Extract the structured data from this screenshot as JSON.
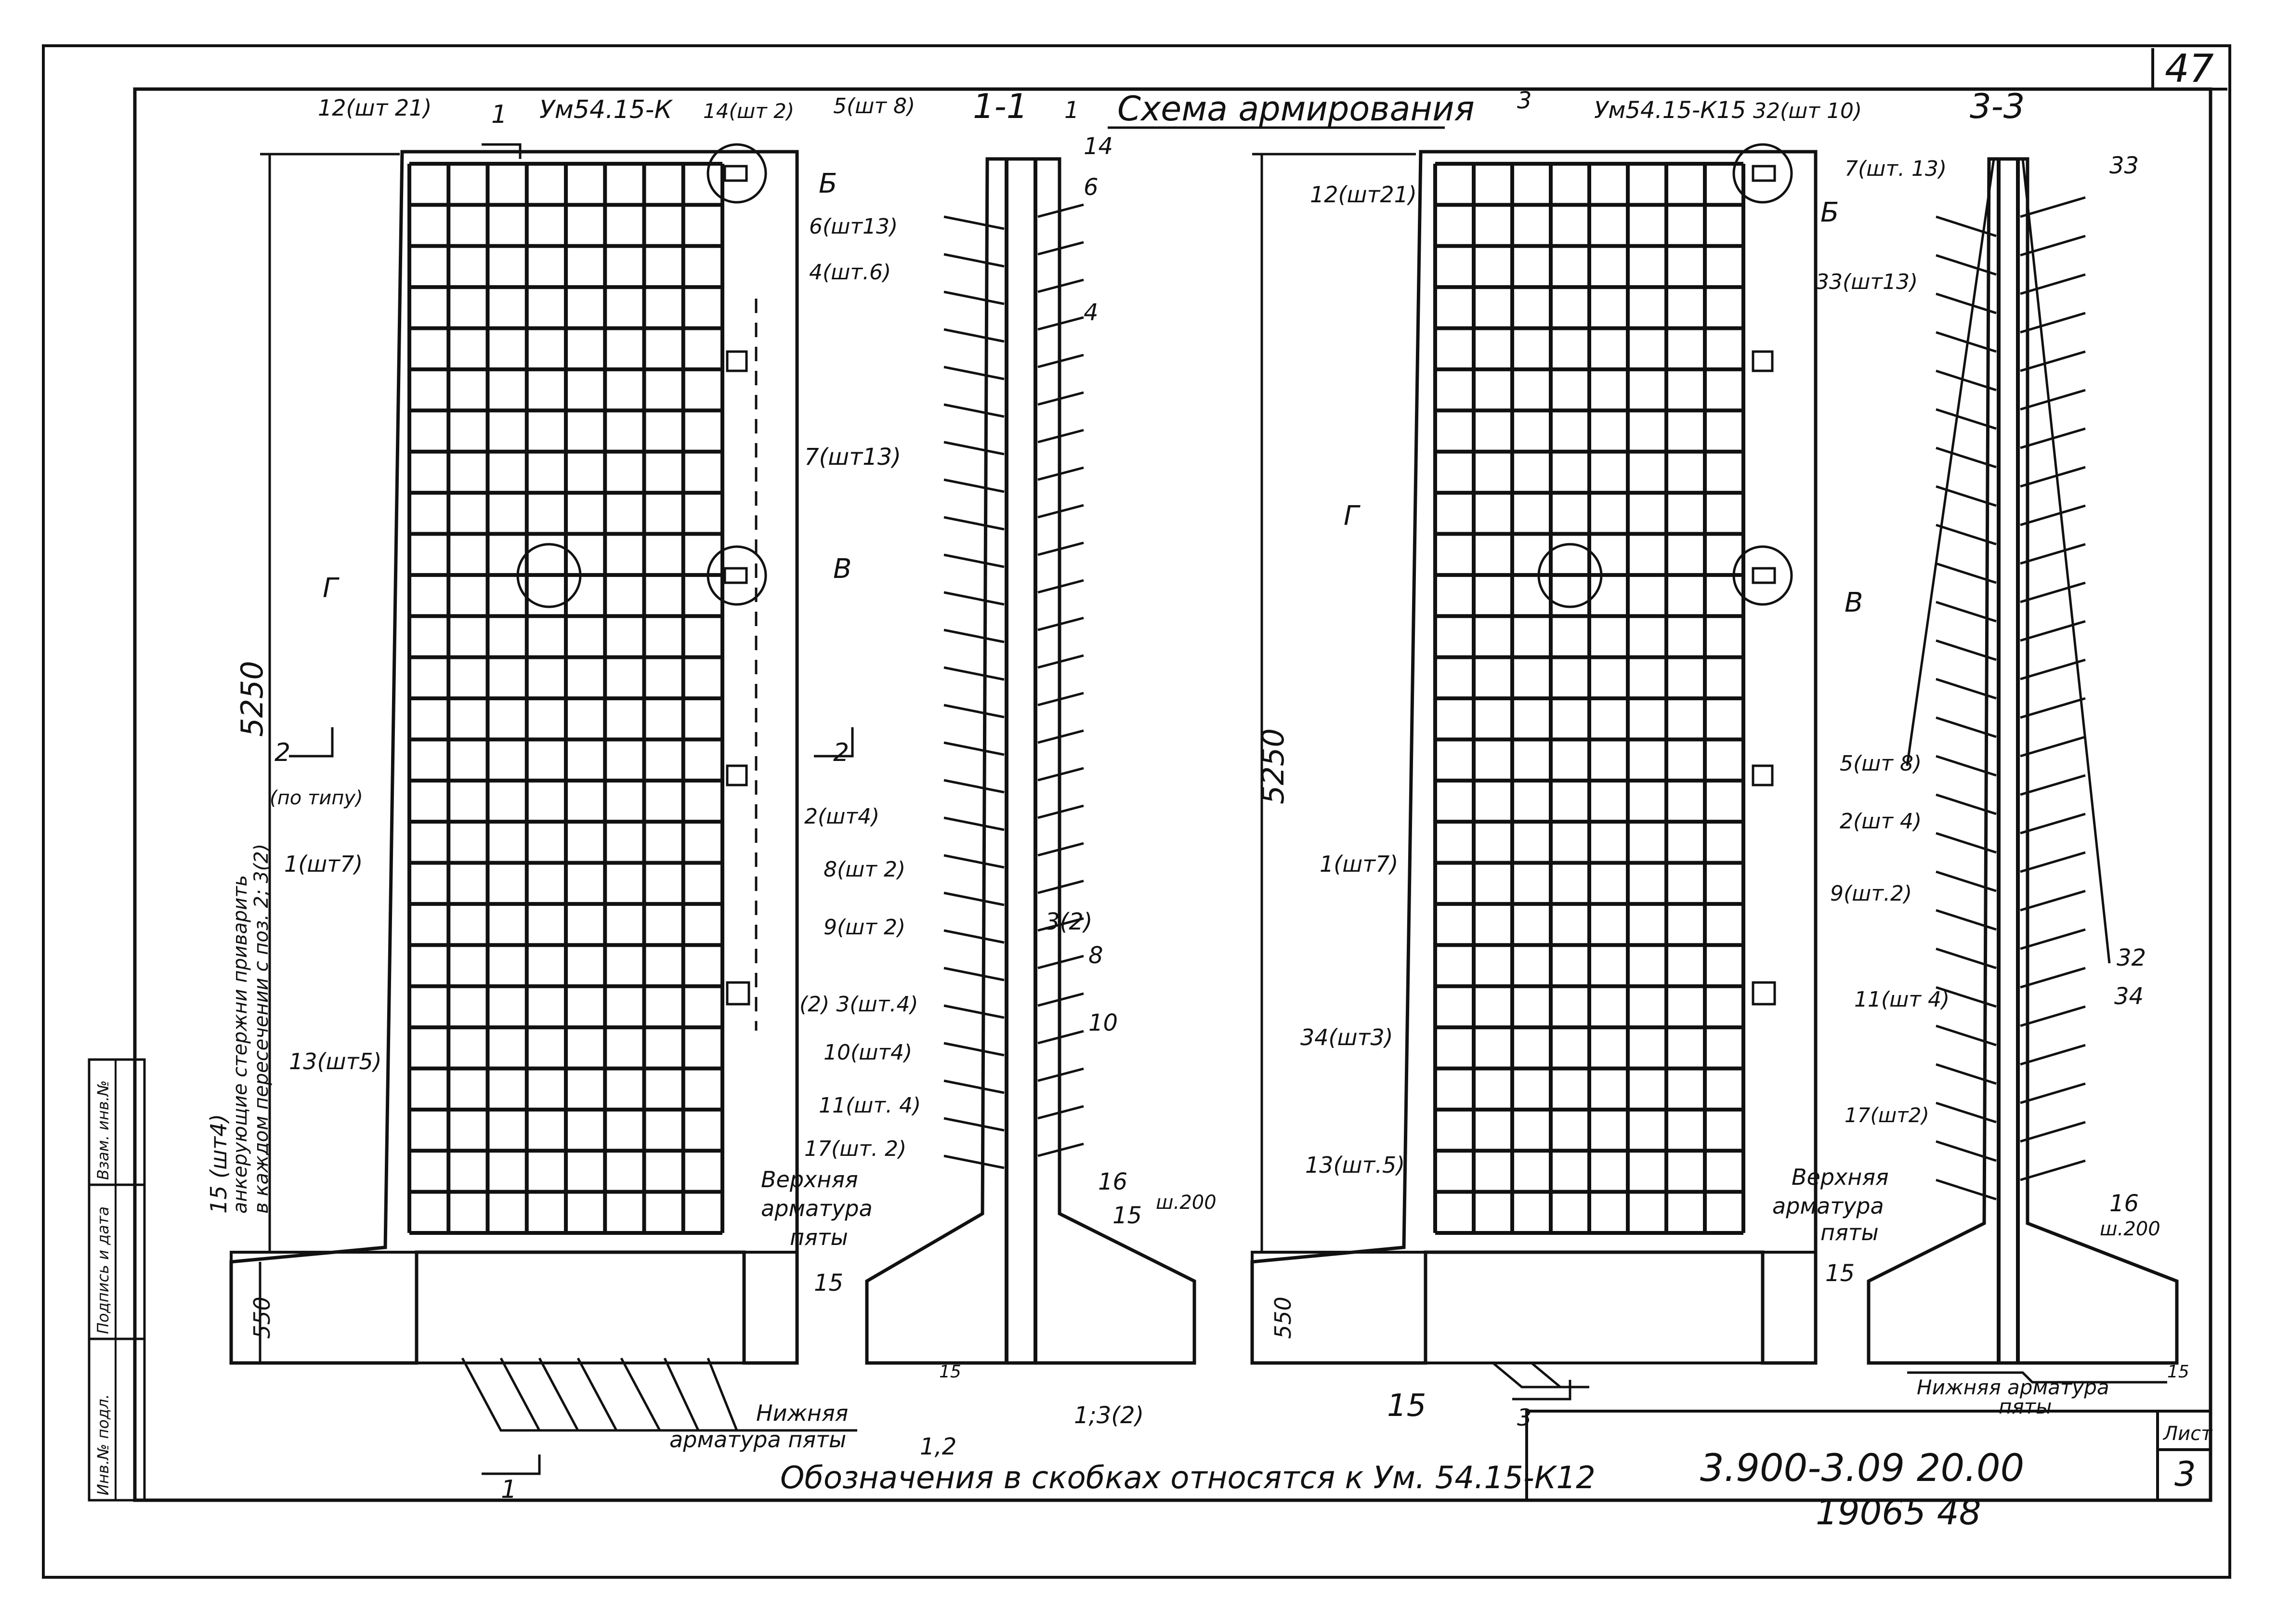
{
  "sheet": {
    "page_number": "47",
    "title": "Схема армирования",
    "drawing_code": "3.900-3.09 20.00",
    "sheet_label": "Лист",
    "sheet_number": "3",
    "inventory_number": "19065  48",
    "note": "Обозначения в скобках относятся к Ум. 54.15-К12",
    "side_stamp": [
      "Инв.№ подл.",
      "Подпись и дата",
      "Взам. инв.№"
    ]
  },
  "left_panel": {
    "mark": "Ум54.15-К",
    "cut_mark": "1",
    "section2_mark": "2",
    "dimension_height": "5250",
    "dimension_base": "550",
    "by_type_note": "(по типу)",
    "anchor_note": [
      "анкерующие стержни приварить",
      "в каждом пересечении с поз. 2; 3(2)"
    ],
    "callouts": {
      "c12": "12(шт 21)",
      "c14": "14(шт 2)",
      "c6": "6(шт13)",
      "c4": "4(шт.6)",
      "c1": "1(шт7)",
      "c8": "8(шт 2)",
      "c9": "9(шт 2)",
      "c2": "2(шт4)",
      "c3": "(2) 3(шт.4)",
      "c10": "10(шт4)",
      "c11": "11(шт. 4)",
      "c17": "17(шт. 2)",
      "c13": "13(шт5)",
      "c15": "15 (шт4)",
      "nodeB": "Б",
      "nodeV": "В",
      "nodeG": "Г",
      "bottom_rebar": [
        "Нижняя",
        "арматура пяты"
      ],
      "top_rebar": [
        "Верхняя",
        "арматура",
        "пяты"
      ]
    }
  },
  "section_1_1": {
    "title": "1-1",
    "labels": {
      "s5": "5(шт 8)",
      "s1": "1",
      "s14": "14",
      "s6": "6",
      "s4": "4",
      "s7": "7(шт13)",
      "s32": "3(2)",
      "s8": "8",
      "s10": "10",
      "s16": "16",
      "s15a": "15",
      "s15b": "15",
      "step": "ш.200",
      "s12": "1,2",
      "s13": "1;3(2)",
      "s15c": "15"
    }
  },
  "right_panel": {
    "mark": "Ум54.15-К15",
    "cut_mark": "3",
    "dimension_height": "5250",
    "dimension_base": "550",
    "callouts": {
      "c32": "32(шт 10)",
      "c12": "12(шт21)",
      "c33": "33(шт13)",
      "c5": "5(шт 8)",
      "c2": "2(шт 4)",
      "c9": "9(шт.2)",
      "c1": "1(шт7)",
      "c34": "34(шт3)",
      "c11": "11(шт 4)",
      "c13": "13(шт.5)",
      "c17": "17(шт2)",
      "c15": "15",
      "c15b": "15",
      "nodeB": "Б",
      "nodeV": "В",
      "nodeG": "Г",
      "top_rebar": [
        "Верхняя",
        "арматура",
        "пяты"
      ]
    }
  },
  "section_3_3": {
    "title": "3-3",
    "labels": {
      "s7": "7(шт. 13)",
      "s33": "33",
      "s32": "32",
      "s34": "34",
      "s16": "16",
      "step": "ш.200",
      "s15": "15",
      "bottom": "Нижняя арматура",
      "bottom2": "пяты"
    }
  }
}
